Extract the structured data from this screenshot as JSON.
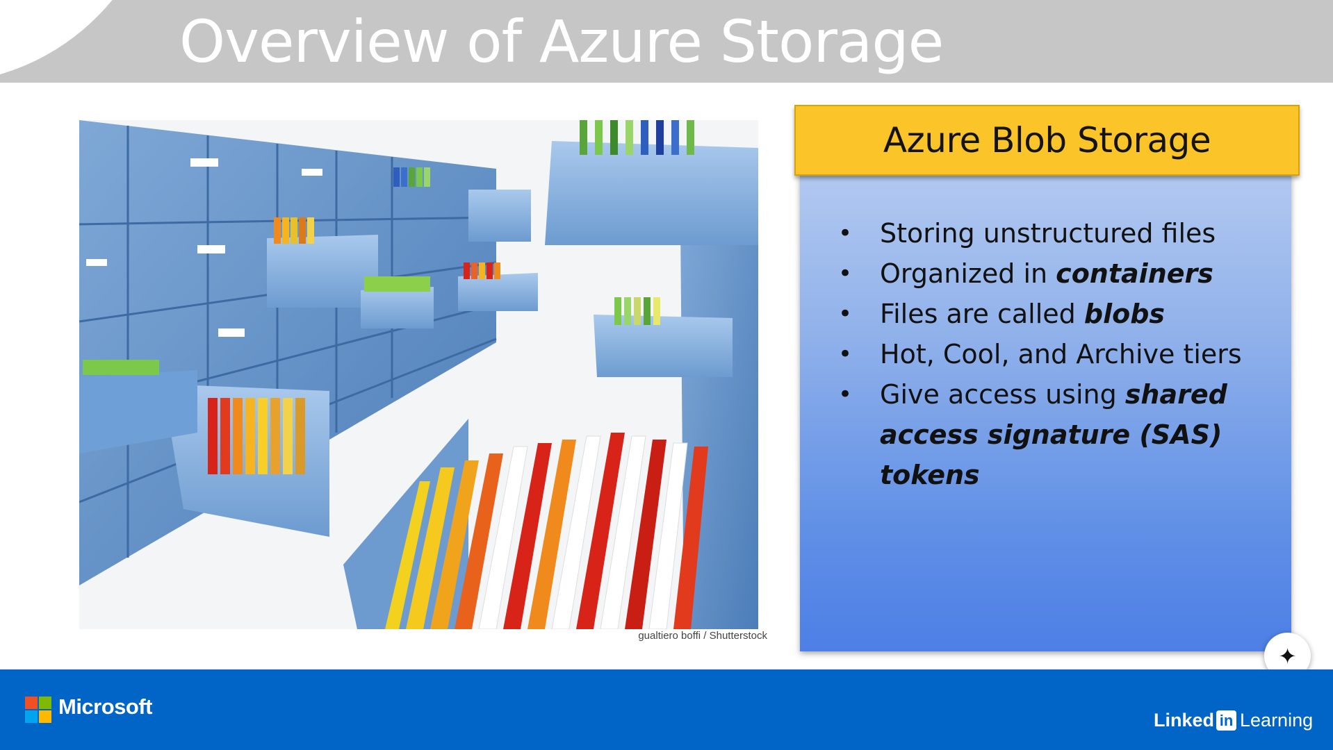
{
  "slide": {
    "title": "Overview of Azure Storage"
  },
  "photo": {
    "credit": "gualtiero boffi / Shutterstock"
  },
  "card": {
    "title": "Azure Blob Storage",
    "bullets": [
      {
        "text": "Storing unstructured files",
        "emphasis": ""
      },
      {
        "text": "Organized in ",
        "emphasis": "containers"
      },
      {
        "text": "Files are called ",
        "emphasis": "blobs"
      },
      {
        "text": "Hot, Cool, and Archive tiers",
        "emphasis": ""
      },
      {
        "text": "Give access using ",
        "emphasis": "shared access signature (SAS) tokens"
      }
    ]
  },
  "footer": {
    "brand_left": "Microsoft",
    "brand_right_word": "Linked",
    "brand_right_box": "in",
    "brand_right_suffix": "Learning"
  },
  "colors": {
    "title_band": "#c6c6c6",
    "card_header": "#fbc52a",
    "card_body": "#6f9be8",
    "footer": "#0165c8",
    "ms_red": "#f25022",
    "ms_green": "#7fba00",
    "ms_blue": "#00a4ef",
    "ms_yellow": "#ffb900"
  },
  "icons": {
    "fab": "sparkle-icon",
    "logo_left": "microsoft-logo-icon",
    "logo_right": "linkedin-learning-logo"
  }
}
